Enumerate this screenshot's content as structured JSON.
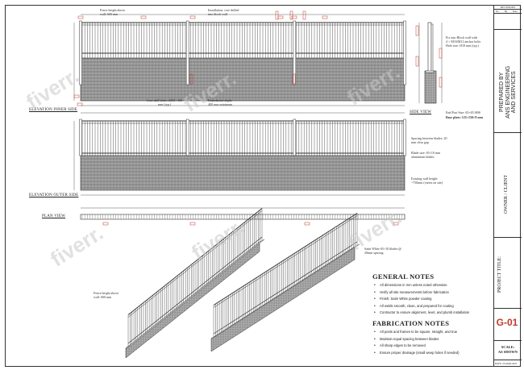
{
  "title_block": {
    "revisions_label": "REVISIONS",
    "rev_cols": [
      "No.",
      "By",
      "Date"
    ],
    "prepared_by": "PREPARED BY\nANS ENGINEERING\nAND SERVICES",
    "owner_client": "OWNER / CLIENT",
    "project_title": "PROJECT TITLE:",
    "sheet_number": "G-01",
    "scale_label": "SCALE:",
    "scale_value": "AS SHOWN",
    "date_label": "DATE:",
    "date_value": "23-MAR-2025"
  },
  "views": {
    "elevation_inner": "ELEVATION INNER SIDE",
    "elevation_outer": "ELEVATION OUTER SIDE",
    "plan_view": "PLAN VIEW",
    "side_view": "SIDE VIEW"
  },
  "callouts": {
    "fence_height_top": "Fence height above\nwall: 600 mm",
    "installation": "Installation: core drilled\ninto block wall",
    "core_drill": "Core drill holes: 2000 / 100\nmm (typ.)",
    "embedment": "Embedment depth:\n400 mm minimum",
    "fix_block": "Fix into Block wall with\n4 × M16/M12 anchor bolts\nHole size: Ø18 mm (typ.)",
    "end_post": "End Post Size: 65×65 SHS",
    "base_plate": "Base plate: 125×150×8 mm",
    "spacing": "Spacing between blades: 20\nmm clear gap",
    "blade_size": "Blade size: 65×10 mm\naluminium blades",
    "existing_wall": "Existing wall height:\n~750mm (varies on site)",
    "iso_blades": "Satin White 65×10 blades @\n20mm spacing",
    "iso_fence_height": "Fence height above\nwall: 600 mm"
  },
  "general_notes": {
    "heading": "GENERAL NOTES",
    "items": [
      "All dimensions in mm unless noted otherwise",
      "Verify all site measurements before fabrication",
      "Finish: Satin White powder coating",
      "All welds smooth, clean, and prepared for coating",
      "Contractor to ensure alignment, level, and plumb installation"
    ]
  },
  "fabrication_notes": {
    "heading": "FABRICATION NOTES",
    "items": [
      "All posts and frames to be square, straight, and true",
      "Maintain equal spacing between blades",
      "All sharp edges to be removed",
      "Ensure proper drainage (small weep holes if needed)"
    ]
  },
  "watermark": "fiverr.",
  "colors": {
    "accent": "#c0392b",
    "line": "#333333",
    "wall": "#8a8a8a"
  }
}
